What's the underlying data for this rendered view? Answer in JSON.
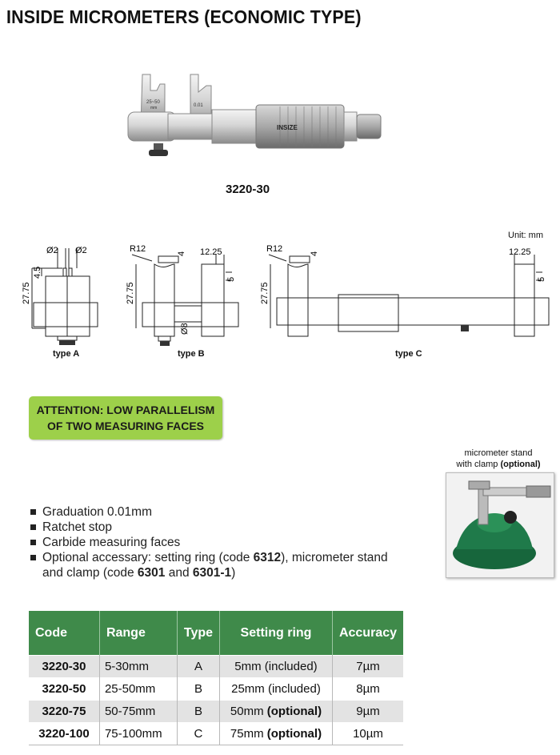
{
  "title": "INSIDE MICROMETERS (ECONOMIC TYPE)",
  "product_photo": {
    "model_caption": "3220-30",
    "engravings": {
      "range": "25~50",
      "unit": "mm",
      "resolution": "0.01",
      "brand": "INSIZE"
    }
  },
  "drawings": {
    "unit": "Unit: mm",
    "type_a": {
      "label": "type A",
      "dims": {
        "d1": "Ø2",
        "d2": "Ø2",
        "h1": "4.5",
        "h2": "27.75"
      }
    },
    "type_b": {
      "label": "type B",
      "dims": {
        "r": "R12",
        "t": "4",
        "w": "12.25",
        "h": "5",
        "height": "27.75",
        "dia": "Ø8"
      }
    },
    "type_c": {
      "label": "type C",
      "dims": {
        "r": "R12",
        "t": "4",
        "w": "12.25",
        "h": "5",
        "height": "27.75"
      }
    }
  },
  "attention": {
    "line1": "ATTENTION: LOW PARALLELISM",
    "line2": "OF TWO MEASURING FACES"
  },
  "features": [
    {
      "text": "Graduation 0.01mm"
    },
    {
      "text": "Ratchet stop"
    },
    {
      "text": "Carbide measuring faces"
    },
    {
      "before": "Optional accessary: setting ring (code ",
      "code1": "6312",
      "mid": "), micrometer stand and clamp (code ",
      "code2": "6301",
      "and": " and ",
      "code3": "6301-1",
      "after": ")"
    }
  ],
  "accessory": {
    "caption_line1": "micrometer stand",
    "caption_line2": "with clamp",
    "caption_optional": "(optional)"
  },
  "table": {
    "headers": [
      "Code",
      "Range",
      "Type",
      "Setting ring",
      "Accuracy"
    ],
    "rows": [
      {
        "code": "3220-30",
        "range": "5-30mm",
        "type": "A",
        "ring": "5mm (included)",
        "ring_bold": "",
        "accuracy": "7µm"
      },
      {
        "code": "3220-50",
        "range": "25-50mm",
        "type": "B",
        "ring": "25mm (included)",
        "ring_bold": "",
        "accuracy": "8µm"
      },
      {
        "code": "3220-75",
        "range": "50-75mm",
        "type": "B",
        "ring": "50mm ",
        "ring_bold": "(optional)",
        "accuracy": "9µm"
      },
      {
        "code": "3220-100",
        "range": "75-100mm",
        "type": "C",
        "ring": "75mm ",
        "ring_bold": "(optional)",
        "accuracy": "10µm"
      }
    ]
  },
  "colors": {
    "table_header": "#3f8a4a",
    "attention_bg": "#9dd04a",
    "row_shade": "#e3e3e3",
    "stand_green": "#1f7a4a"
  }
}
